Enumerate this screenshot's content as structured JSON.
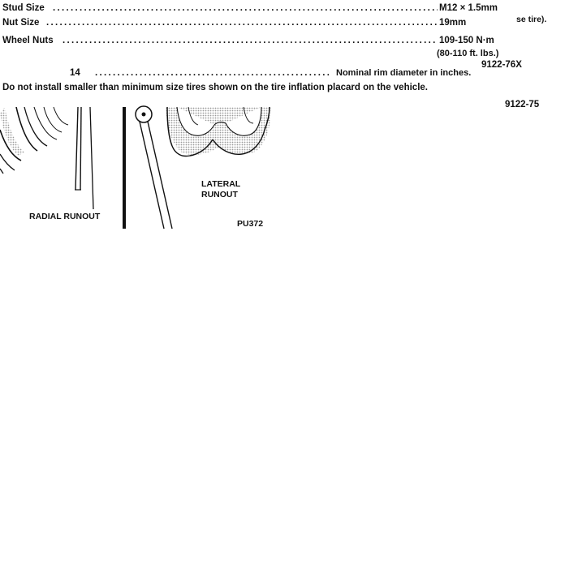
{
  "specs": [
    {
      "label": "Stud Size",
      "value": "M12 × 1.5mm"
    },
    {
      "label": "Nut Size",
      "value": "19mm"
    },
    {
      "label": "Wheel Nuts",
      "value": "109-150 N·m"
    }
  ],
  "wheel_nuts_alt": "(80-110 ft. lbs.)",
  "side_fragment": "se tire).",
  "rim": {
    "code": "14",
    "description": "Nominal rim diameter in inches."
  },
  "fig_code_1": "9122-76X",
  "warning": "Do not install smaller than minimum size tires shown on the tire inflation placard on the vehicle.",
  "fig_code_2": "9122-75",
  "figure": {
    "label_radial": "RADIAL RUNOUT",
    "label_lateral_1": "LATERAL",
    "label_lateral_2": "RUNOUT",
    "code": "PU372"
  },
  "dots": "........................................................................................................................"
}
